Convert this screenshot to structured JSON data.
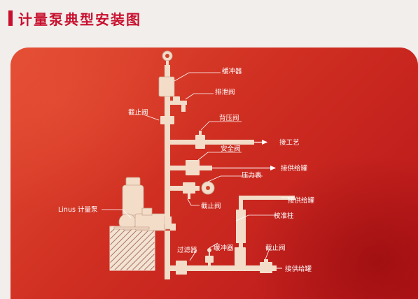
{
  "header": {
    "title": "计量泵典型安装图"
  },
  "labels": {
    "buffer_top": "缓冲器",
    "drain_valve": "排泄阀",
    "stop_valve_top": "截止阀",
    "back_pressure_valve": "背压阀",
    "to_process": "接工艺",
    "safety_valve": "安全阀",
    "to_supply_tank_1": "接供给罐",
    "pressure_gauge": "压力表",
    "stop_valve_mid": "截止阀",
    "to_supply_tank_2": "接供给罐",
    "calibration_column": "校准柱",
    "pump": "Linus 计量泵",
    "filter": "过滤器",
    "buffer_bottom": "缓冲器",
    "stop_valve_bottom": "截止阀",
    "to_supply_tank_3": "接供给罐"
  },
  "colors": {
    "brand": "#c8102e",
    "pipe": "#f3ddc9",
    "label": "#ffffff"
  }
}
